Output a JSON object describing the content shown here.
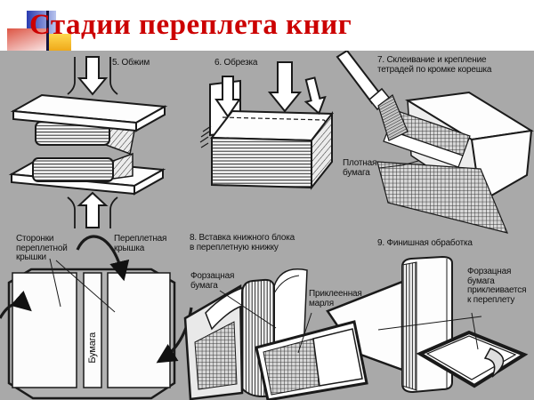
{
  "title": "Стадии переплета книг",
  "labels": {
    "press": "5. Обжим",
    "trim": "6. Обрезка",
    "glue": "7. Склеивание и крепление\nтетрадей по кромке корешка",
    "dense_paper": "Плотная\nбумага",
    "cover_sides": "Сторонки\nпереплетной\nкрышки",
    "binding_cover": "Переплетная\nкрышка",
    "spine_paper": "Бумага",
    "insert": "8. Вставка книжного блока\nв переплетную книжку",
    "endpaper": "Форзацная\nбумага",
    "glued_gauze": "Приклеенная\nмарля",
    "finish": "9. Финишная обработка",
    "endpaper_glued": "Форзацная\nбумага\nприклеивается\nк переплету"
  },
  "colors": {
    "background": "#a9a9a9",
    "title_bar": "#ffffff",
    "title_text": "#cc0000",
    "line": "#1a1a1a",
    "decor_blue": "#2a3bb0",
    "decor_red": "#dd5544",
    "decor_yellow": "#ffd84f"
  }
}
